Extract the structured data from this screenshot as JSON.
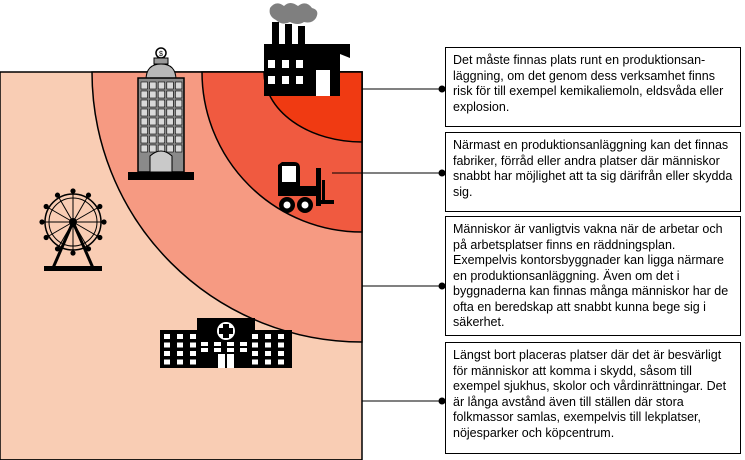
{
  "zones": [
    {
      "id": "zone-1",
      "color": "#f03a12"
    },
    {
      "id": "zone-2",
      "color": "#f05a40"
    },
    {
      "id": "zone-3",
      "color": "#f69a82"
    },
    {
      "id": "zone-4",
      "color": "#f9cdb4"
    }
  ],
  "icons": {
    "factory": "factory-icon",
    "forklift": "forklift-icon",
    "office": "office-building-icon",
    "ferris_wheel": "ferris-wheel-icon",
    "hospital": "hospital-icon"
  },
  "descriptions": [
    {
      "text": "Det måste finnas plats runt en produktionsan-läggning, om det genom dess verksamhet finns risk för till exempel kemikaliemoln, eldsvåda eller explosion."
    },
    {
      "text": "Närmast en produktionsanläggning kan det finnas fabriker, förråd eller andra platser där människor snabbt har möjlighet att ta sig därifrån eller skydda sig."
    },
    {
      "text": "Människor är vanligtvis vakna när de arbetar och på arbetsplatser finns en räddningsplan. Exempelvis kontorsbyggnader kan ligga närmare en produktionsanläggning. Även om det i byggnaderna kan finnas många människor har de ofta en beredskap att snabbt kunna bege sig i säkerhet."
    },
    {
      "text": "Längst bort placeras platser där det är besvärligt för människor att komma i skydd, såsom till exempel sjukhus, skolor och vårdinrättningar. Det är långa avstånd även till ställen där stora folkmassor samlas, exempelvis till lekplatser, nöjesparker och köpcentrum."
    }
  ]
}
